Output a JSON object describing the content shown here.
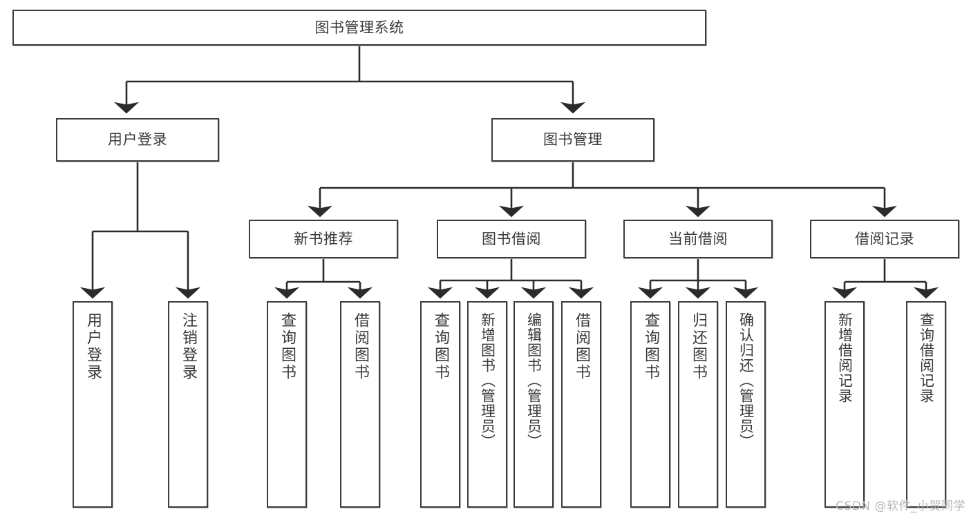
{
  "diagram": {
    "title": "图书管理系统",
    "type": "hierarchy-tree",
    "watermark": "CSDN @软件_小贺同学",
    "colors": {
      "box_border": "#3c3c3c",
      "box_fill": "#ffffff",
      "edge": "#2b2b2b",
      "text": "#3a3a3a",
      "watermark": "#b7b7b7"
    },
    "levels": {
      "root": {
        "label": "图书管理系统"
      },
      "level2": [
        {
          "id": "user-login",
          "label": "用户登录"
        },
        {
          "id": "book-manage",
          "label": "图书管理"
        }
      ],
      "level3": [
        {
          "id": "new-book-recommend",
          "label": "新书推荐"
        },
        {
          "id": "book-borrow",
          "label": "图书借阅"
        },
        {
          "id": "current-borrow",
          "label": "当前借阅"
        },
        {
          "id": "borrow-record",
          "label": "借阅记录"
        }
      ],
      "leaves": [
        {
          "id": "leaf-user-login",
          "label": "用户登录",
          "parent": "user-login"
        },
        {
          "id": "leaf-user-logout",
          "label": "注销登录",
          "parent": "user-login"
        },
        {
          "id": "leaf-query-book-1",
          "label": "查询图书",
          "parent": "new-book-recommend"
        },
        {
          "id": "leaf-borrow-book-1",
          "label": "借阅图书",
          "parent": "new-book-recommend"
        },
        {
          "id": "leaf-query-book-2",
          "label": "查询图书",
          "parent": "book-borrow"
        },
        {
          "id": "leaf-add-book",
          "label": "新增图书（管理员）",
          "parent": "book-borrow"
        },
        {
          "id": "leaf-edit-book",
          "label": "编辑图书（管理员）",
          "parent": "book-borrow"
        },
        {
          "id": "leaf-borrow-book-2",
          "label": "借阅图书",
          "parent": "book-borrow"
        },
        {
          "id": "leaf-query-book-3",
          "label": "查询图书",
          "parent": "current-borrow"
        },
        {
          "id": "leaf-return-book",
          "label": "归还图书",
          "parent": "current-borrow"
        },
        {
          "id": "leaf-confirm-return",
          "label": "确认归还（管理员）",
          "parent": "current-borrow"
        },
        {
          "id": "leaf-add-record",
          "label": "新增借阅记录",
          "parent": "borrow-record"
        },
        {
          "id": "leaf-query-record",
          "label": "查询借阅记录",
          "parent": "borrow-record"
        }
      ]
    }
  }
}
